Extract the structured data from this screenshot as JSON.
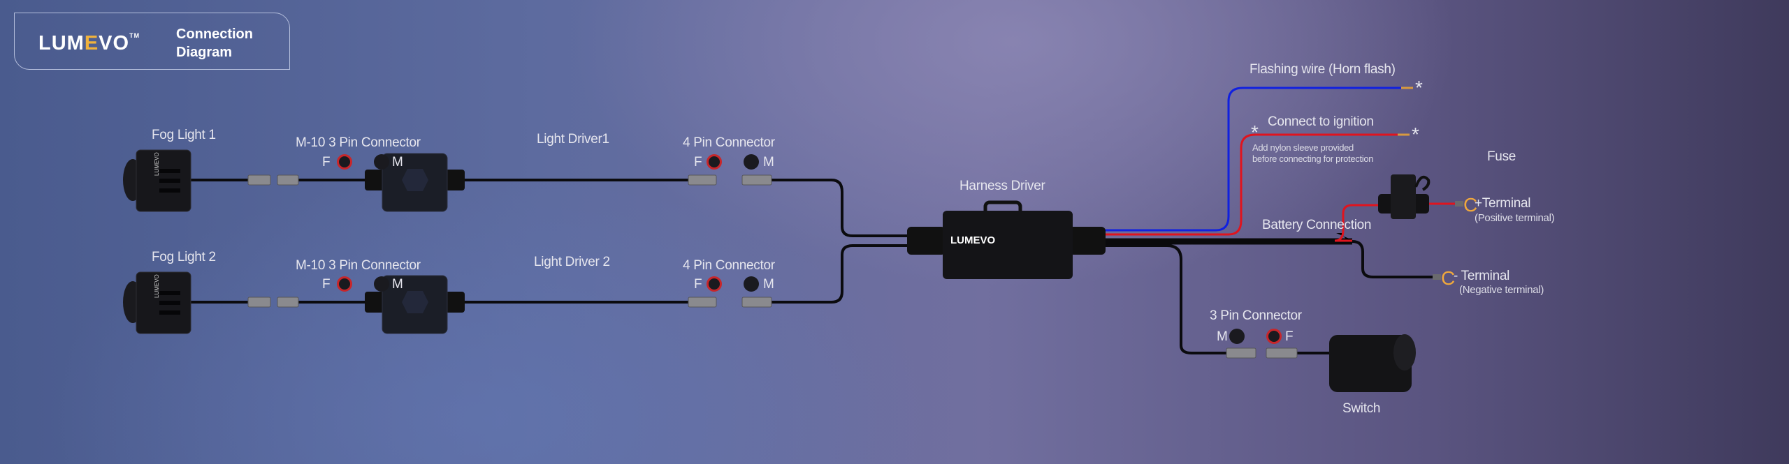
{
  "header": {
    "logo": {
      "pre": "LUM",
      "e": "E",
      "post": "VO",
      "tm": "TM"
    },
    "title_line1": "Connection",
    "title_line2": "Diagram"
  },
  "components": {
    "fog_light_1": "Fog Light 1",
    "fog_light_2": "Fog Light 2",
    "m10_connector_1": "M-10 3 Pin Connector",
    "m10_connector_2": "M-10 3 Pin Connector",
    "light_driver_1": "Light Driver1",
    "light_driver_2": "Light Driver 2",
    "four_pin_1": "4 Pin Connector",
    "four_pin_2": "4 Pin Connector",
    "harness_driver": "Harness Driver",
    "harness_brand": "LUMEVO",
    "fog_brand": "LUMEVO",
    "flashing_wire": "Flashing wire (Horn flash)",
    "ignition": "Connect to ignition",
    "ignition_note_1": "Add nylon sleeve provided",
    "ignition_note_2": "before connecting for protection",
    "asterisk": "*",
    "battery": "Battery Connection",
    "fuse": "Fuse",
    "pos_terminal": "+Terminal",
    "pos_terminal_sub": "(Positive terminal)",
    "neg_terminal": "- Terminal",
    "neg_terminal_sub": "(Negative terminal)",
    "terminal_glyph": "C",
    "three_pin": "3 Pin Connector",
    "switch": "Switch",
    "female": "F",
    "male": "M"
  },
  "colors": {
    "flash_wire": "#1020e0",
    "ignition_wire": "#e0141e",
    "terminal": "#f0a83c",
    "background": "#5d6b9f"
  }
}
